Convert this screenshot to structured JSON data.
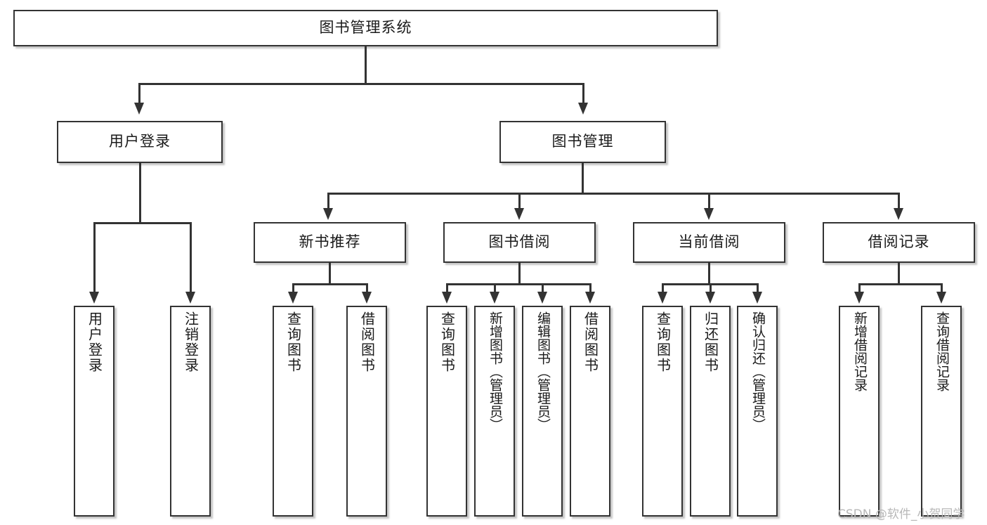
{
  "diagram": {
    "type": "tree-hierarchy",
    "title": "图书管理系统",
    "root": {
      "label": "图书管理系统"
    },
    "level2": [
      {
        "label": "用户登录"
      },
      {
        "label": "图书管理"
      }
    ],
    "level3": [
      {
        "label": "新书推荐"
      },
      {
        "label": "图书借阅"
      },
      {
        "label": "当前借阅"
      },
      {
        "label": "借阅记录"
      }
    ],
    "leaves": {
      "user_login": [
        {
          "label": "用户登录"
        },
        {
          "label": "注销登录"
        }
      ],
      "new_book_recommend": [
        {
          "label": "查询图书"
        },
        {
          "label": "借阅图书"
        }
      ],
      "book_borrow": [
        {
          "label": "查询图书"
        },
        {
          "label": "新增图书（管理员）"
        },
        {
          "label": "编辑图书（管理员）"
        },
        {
          "label": "借阅图书"
        }
      ],
      "current_borrow": [
        {
          "label": "查询图书"
        },
        {
          "label": "归还图书"
        },
        {
          "label": "确认归还（管理员）"
        }
      ],
      "borrow_record": [
        {
          "label": "新增借阅记录"
        },
        {
          "label": "查询借阅记录"
        }
      ]
    }
  },
  "watermark": {
    "text": "CSDN @软件_小贺同学"
  },
  "colors": {
    "background": "#ffffff",
    "box_border": "#333333",
    "box_fill": "#ffffff",
    "text": "#1a1a1a",
    "connector": "#333333",
    "watermark": "#b8b8b8"
  }
}
